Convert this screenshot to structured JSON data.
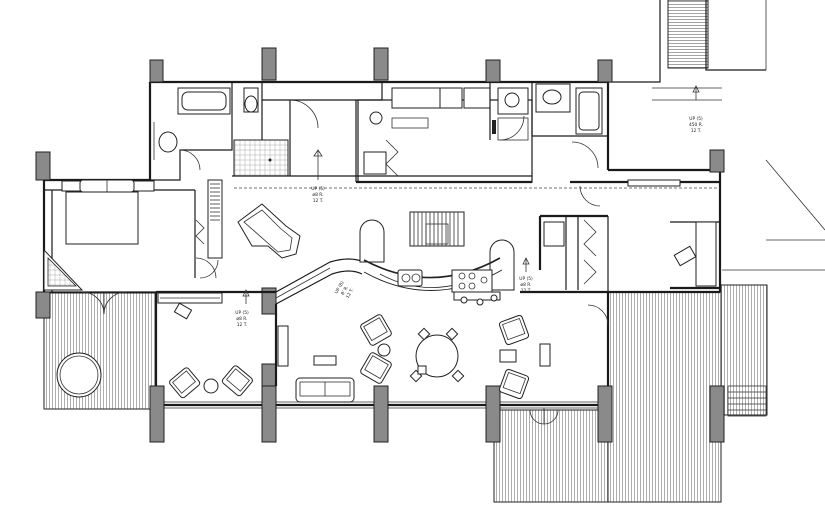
{
  "stair_labels": [
    {
      "id": "stair-note-top-right",
      "lines": [
        "UP (5)",
        "450 R.",
        "12 T."
      ]
    },
    {
      "id": "stair-note-hall",
      "lines": [
        "UP (5)",
        "ø8 R.",
        "12 T."
      ]
    },
    {
      "id": "stair-note-ramp",
      "lines": [
        "UP (8)",
        "8' R.",
        "12 T."
      ]
    },
    {
      "id": "stair-note-kitchen",
      "lines": [
        "UP (5)",
        "ø8 R.",
        "12 T."
      ]
    },
    {
      "id": "stair-note-living",
      "lines": [
        "UP (5)",
        "ø8 R.",
        "12 T."
      ]
    }
  ],
  "colors": {
    "wall": "#1a1a1a",
    "column": "#8a8a8a",
    "background": "#ffffff"
  }
}
